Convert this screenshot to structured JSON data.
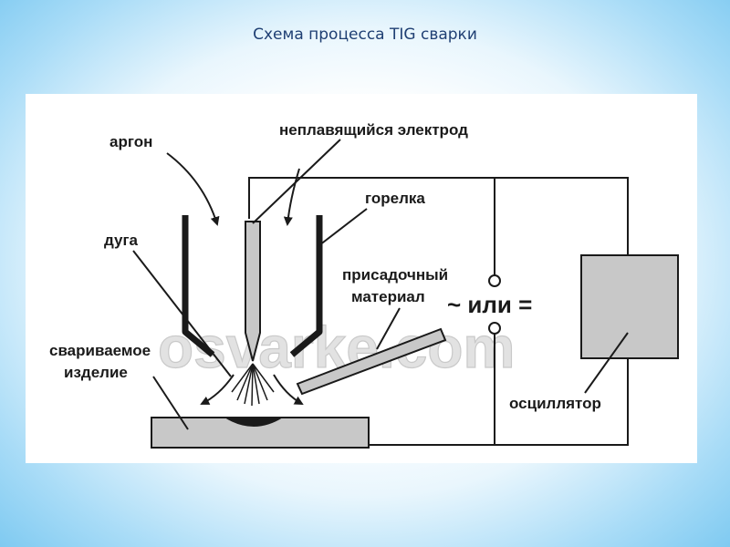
{
  "slide": {
    "title": "Схема процесса TIG сварки"
  },
  "diagram": {
    "watermark": "osvarke.com",
    "labels": {
      "argon": "аргон",
      "electrode": "неплавящийся электрод",
      "torch": "горелка",
      "arc": "дуга",
      "filler_line1": "присадочный",
      "filler_line2": "материал",
      "current_type": "~ или =",
      "workpiece_line1": "свариваемое",
      "workpiece_line2": "изделие",
      "oscillator": "осциллятор"
    },
    "colors": {
      "line": "#1a1a1a",
      "fill": "#c8c8c8",
      "watermark": "#e2e2e2"
    }
  }
}
